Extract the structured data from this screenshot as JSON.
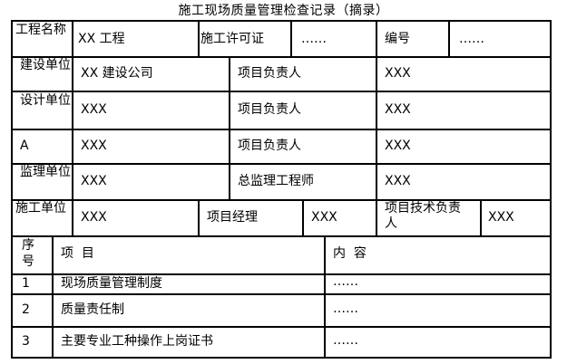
{
  "title": "施工现场质量管理检查记录（摘录）",
  "rows": {
    "r1": {
      "label": "工程名称",
      "value": "XX 工程",
      "permit_label": "施工许可证",
      "permit_value": "……",
      "no_label": "编号",
      "no_value": "……"
    },
    "r2": {
      "label": "建设单位",
      "value": "XX 建设公司",
      "role": "项目负责人",
      "person": "XXX"
    },
    "r3": {
      "label": "设计单位",
      "value": "XXX",
      "role": "项目负责人",
      "person": "XXX"
    },
    "r4": {
      "label": "A",
      "value": "XXX",
      "role": "项目负责人",
      "person": "XXX"
    },
    "r5": {
      "label": "监理单位",
      "value": "XXX",
      "role": "总监理工程师",
      "person": "XXX"
    },
    "r6": {
      "label": "施工单位",
      "value": "XXX",
      "pm_label": "项目经理",
      "pm_value": "XXX",
      "tech_label": "项目技术负责人",
      "tech_value": "XXX"
    }
  },
  "list": {
    "header": {
      "no": "序号",
      "item": "项  目",
      "content": "内  容"
    },
    "items": [
      {
        "no": "1",
        "item": "现场质量管理制度",
        "content": "……"
      },
      {
        "no": "2",
        "item": "质量责任制",
        "content": "……"
      },
      {
        "no": "3",
        "item": "主要专业工种操作上岗证书",
        "content": "……"
      }
    ]
  }
}
